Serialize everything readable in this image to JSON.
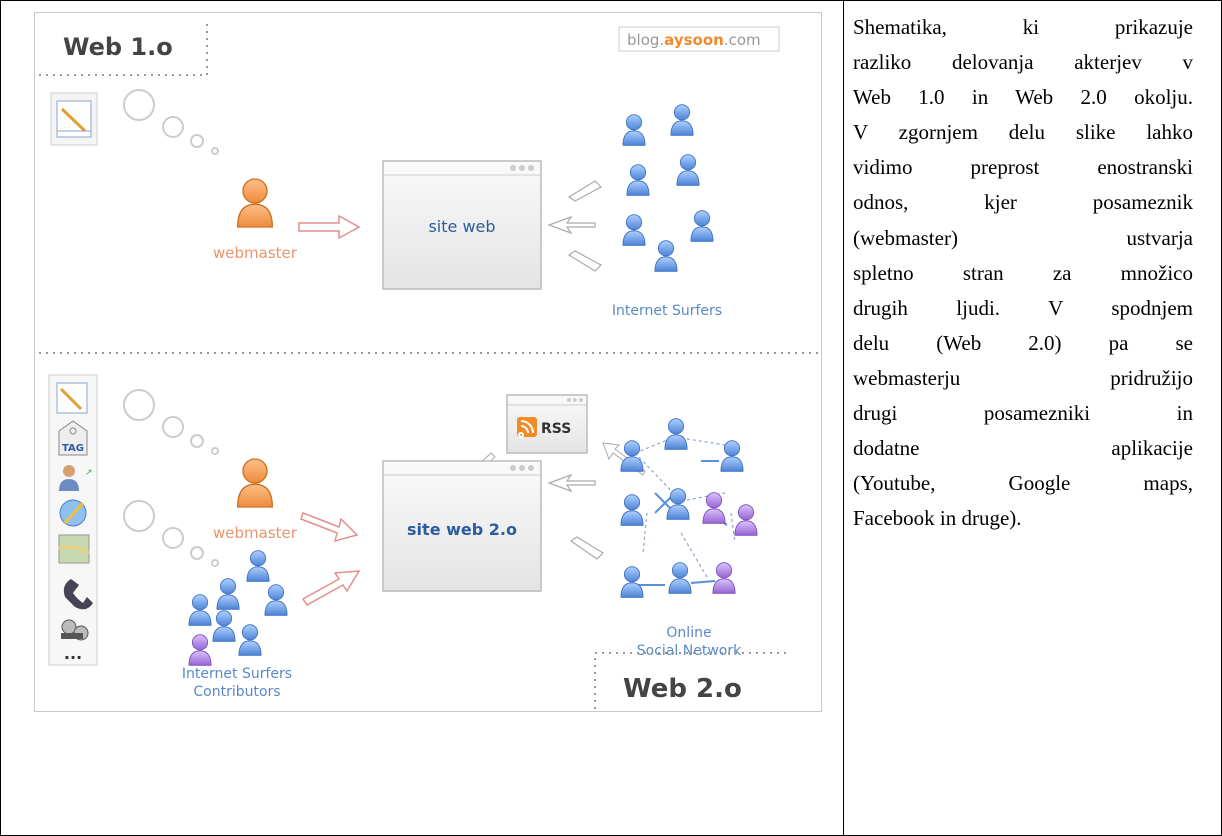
{
  "figure": {
    "web1_title": "Web 1.o",
    "web2_title": "Web 2.o",
    "blog_prefix": "blog.",
    "blog_brand": "aysoon",
    "blog_suffix": ".com",
    "web1": {
      "site_label": "site web",
      "webmaster_label": "webmaster",
      "surfers_label": "Internet Surfers"
    },
    "web2": {
      "site_label": "site web 2.o",
      "webmaster_label": "webmaster",
      "rss_label": "RSS",
      "contributors_label_line1": "Internet Surfers",
      "contributors_label_line2": "Contributors",
      "social_label_line1": "Online",
      "social_label_line2": "Social Network",
      "tag_label": "TAG",
      "more_label": "..."
    },
    "colors": {
      "orange": "#f29a55",
      "blue": "#5b8fd8",
      "purple": "#a57ad6",
      "label_blue": "#5a88c8",
      "label_orange": "#e8956b",
      "title_gray": "#444444"
    }
  },
  "caption": {
    "lines": [
      "Shematika, ki prikazuje",
      "razliko delovanja akterjev v",
      "Web 1.0 in Web 2.0 okolju.",
      "V zgornjem delu slike lahko",
      "vidimo preprost enostranski",
      "odnos, kjer posameznik",
      "(webmaster) ustvarja",
      "spletno stran za množico",
      "drugih ljudi. V spodnjem",
      "delu (Web 2.0) pa se",
      "webmasterju pridružijo",
      "drugi posamezniki in",
      "dodatne aplikacije",
      "(Youtube, Google maps,",
      "Facebook in druge)."
    ]
  }
}
